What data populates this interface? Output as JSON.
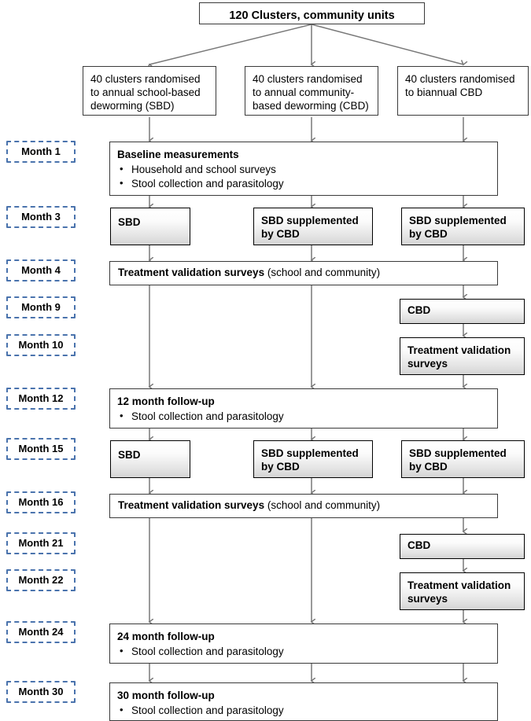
{
  "diagram": {
    "title": "Cluster randomised deworming trial flow diagram",
    "colors": {
      "box_border": "#3a3a3a",
      "gradient_box_border": "#000000",
      "month_border": "#4a73ad",
      "connector": "#787878",
      "background": "#ffffff",
      "text": "#000000"
    }
  },
  "top": {
    "label": "120  Clusters, community units"
  },
  "arms": [
    {
      "id": "sbd",
      "label": "40 clusters randomised to annual school-based deworming (SBD)"
    },
    {
      "id": "cbd",
      "label": "40 clusters randomised to annual community-based deworming (CBD)"
    },
    {
      "id": "bcbd",
      "label": "40 clusters randomised to biannual CBD"
    }
  ],
  "months": [
    {
      "id": "m1",
      "label": "Month 1"
    },
    {
      "id": "m3",
      "label": "Month 3"
    },
    {
      "id": "m4",
      "label": "Month 4"
    },
    {
      "id": "m9",
      "label": "Month 9"
    },
    {
      "id": "m10",
      "label": "Month 10"
    },
    {
      "id": "m12",
      "label": "Month 12"
    },
    {
      "id": "m15",
      "label": "Month 15"
    },
    {
      "id": "m16",
      "label": "Month 16"
    },
    {
      "id": "m21",
      "label": "Month 21"
    },
    {
      "id": "m22",
      "label": "Month 22"
    },
    {
      "id": "m24",
      "label": "Month 24"
    },
    {
      "id": "m30",
      "label": "Month 30"
    }
  ],
  "baseline": {
    "title": "Baseline measurements",
    "bullets": [
      "Household and school surveys",
      "Stool collection and parasitology"
    ]
  },
  "round1": {
    "col1": "SBD",
    "col2_line1": "SBD supplemented",
    "col2_line2": "by CBD",
    "col3_line1": "SBD supplemented",
    "col3_line2": "by CBD"
  },
  "validation_m4": {
    "bold": "Treatment validation surveys",
    "normal": " (school and community)"
  },
  "cbd_m9": {
    "label": "CBD"
  },
  "validation_m10": {
    "line1": "Treatment validation",
    "line2": "surveys"
  },
  "followup12": {
    "title": "12 month follow-up",
    "bullets": [
      "Stool collection and parasitology"
    ]
  },
  "round2": {
    "col1": "SBD",
    "col2_line1": "SBD supplemented",
    "col2_line2": "by CBD",
    "col3_line1": "SBD supplemented",
    "col3_line2": "by CBD"
  },
  "validation_m16": {
    "bold": "Treatment validation surveys",
    "normal": " (school and community)"
  },
  "cbd_m21": {
    "label": "CBD"
  },
  "validation_m22": {
    "line1": "Treatment validation",
    "line2": "surveys"
  },
  "followup24": {
    "title": "24 month follow-up",
    "bullets": [
      "Stool collection and parasitology"
    ]
  },
  "followup30": {
    "title": "30 month follow-up",
    "bullets": [
      "Stool collection and parasitology"
    ]
  }
}
